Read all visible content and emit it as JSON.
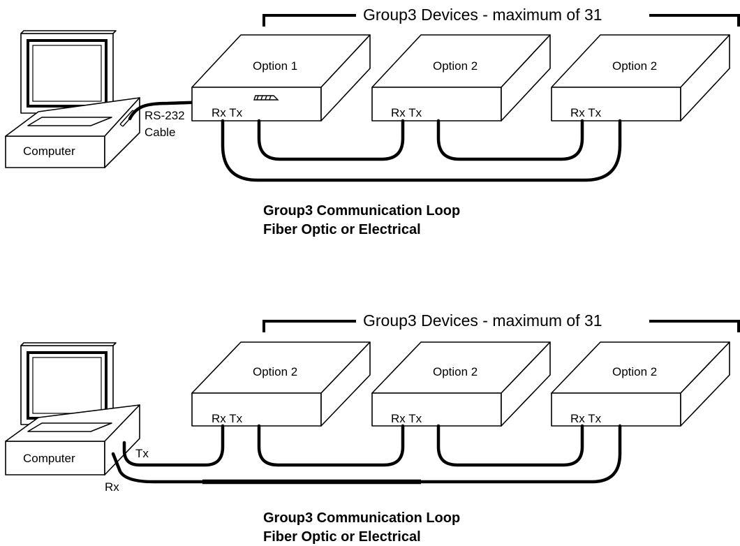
{
  "top_diagram": {
    "group_label": "Group3 Devices - maximum of 31",
    "computer_label": "Computer",
    "cable_label_line1": "RS-232",
    "cable_label_line2": "Cable",
    "devices": [
      {
        "title": "Option 1",
        "ports": "Rx Tx"
      },
      {
        "title": "Option 2",
        "ports": "Rx Tx"
      },
      {
        "title": "Option 2",
        "ports": "Rx Tx"
      }
    ],
    "caption_line1": "Group3 Communication Loop",
    "caption_line2": "Fiber Optic or Electrical"
  },
  "bottom_diagram": {
    "group_label": "Group3 Devices - maximum of 31",
    "computer_label": "Computer",
    "tx_label": "Tx",
    "rx_label": "Rx",
    "devices": [
      {
        "title": "Option 2",
        "ports": "Rx Tx"
      },
      {
        "title": "Option 2",
        "ports": "Rx Tx"
      },
      {
        "title": "Option 2",
        "ports": "Rx Tx"
      }
    ],
    "caption_line1": "Group3 Communication Loop",
    "caption_line2": "Fiber Optic or Electrical"
  }
}
